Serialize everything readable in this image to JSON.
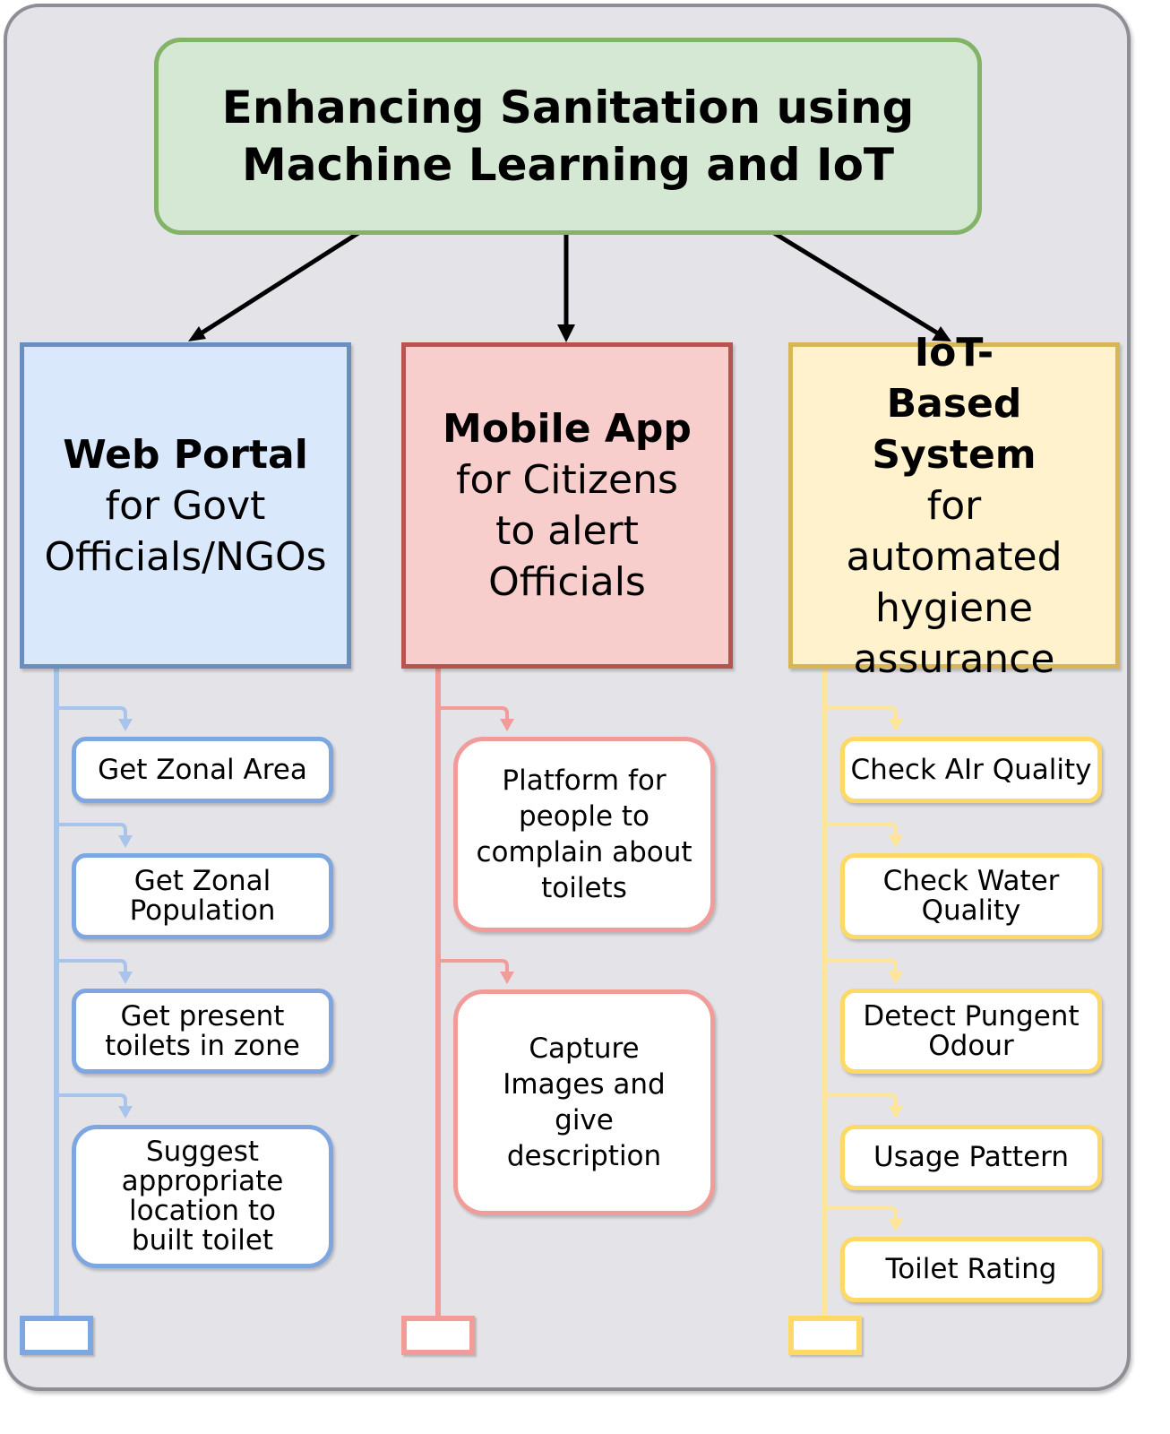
{
  "title": "Enhancing Sanitation using Machine Learning and IoT",
  "columns": [
    {
      "heading": "Web Portal",
      "subtitle": "for Govt Officials/NGOs",
      "color": "#6c8ebf",
      "items": [
        "Get Zonal Area",
        "Get Zonal Population",
        "Get present toilets in zone",
        "Suggest appropriate location to built toilet"
      ]
    },
    {
      "heading": "Mobile App",
      "subtitle": "for Citizens to alert Officials",
      "color": "#b85450",
      "items": [
        "Platform for people to complain about toilets",
        "Capture Images and give description"
      ]
    },
    {
      "heading": "IoT-Based System",
      "subtitle": "for automated hygiene assurance",
      "color": "#d6b656",
      "items": [
        "Check AIr Quality",
        "Check Water Quality",
        "Detect Pungent Odour",
        "Usage Pattern",
        "Toilet Rating"
      ]
    }
  ]
}
